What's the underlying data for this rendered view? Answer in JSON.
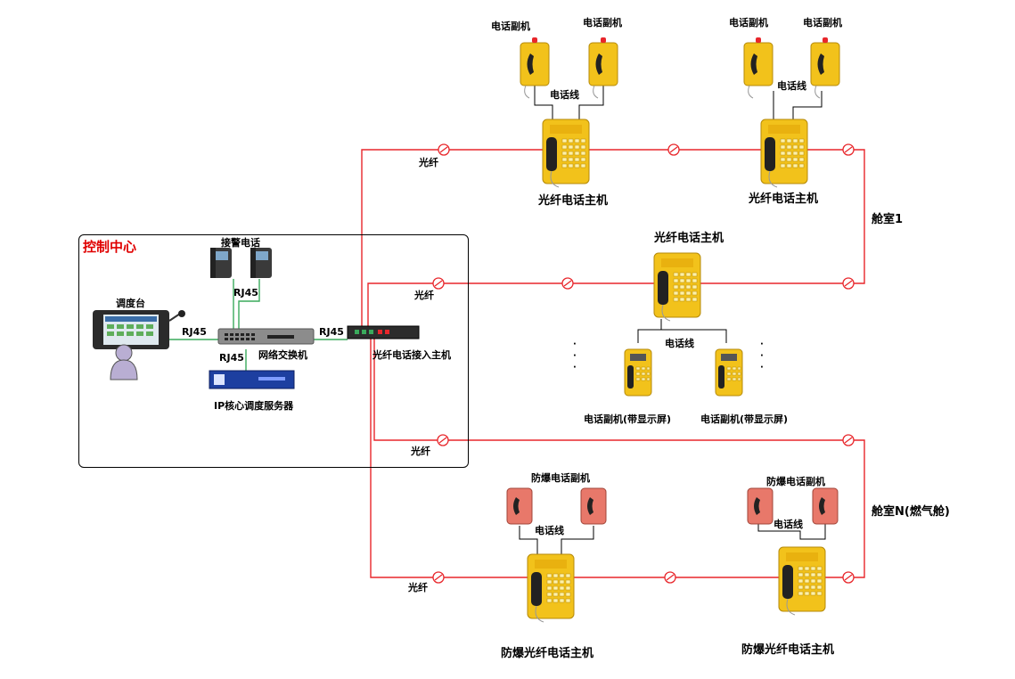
{
  "control_center": {
    "title": "控制中心",
    "alarm_phone_label": "接警电话",
    "console_label": "调度台",
    "switch_label": "网络交换机",
    "server_label": "IP核心调度服务器",
    "access_host_label": "光纤电话接入主机",
    "rj45_a": "RJ45",
    "rj45_b": "RJ45",
    "rj45_c": "RJ45",
    "rj45_d": "RJ45"
  },
  "fiber_label": "光纤",
  "phone_line_label": "电话线",
  "extension_label": "电话副机",
  "host_label": "光纤电话主机",
  "display_ext_label": "电话副机(带显示屏)",
  "ex_ext_label": "防爆电话副机",
  "ex_host_label": "防爆光纤电话主机",
  "cabin1_label": "舱室1",
  "cabinN_label": "舱室N(燃气舱)",
  "colors": {
    "fiber": "#e8262b",
    "ethernet": "#3aaa5c",
    "yellow": "#f2c21b",
    "red": "#e8786a"
  }
}
